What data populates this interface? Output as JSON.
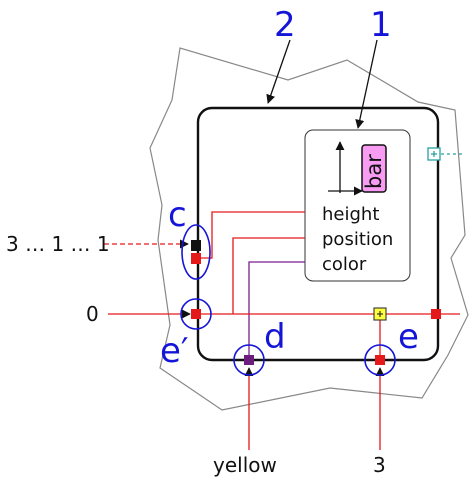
{
  "labels": {
    "top_right": "1",
    "top_left": "2",
    "c": "c",
    "e_prime": "e′",
    "d": "d",
    "e": "e"
  },
  "inputs": {
    "sequence": "3 … 1 … 1",
    "zero": "0",
    "yellow": "yellow",
    "three": "3"
  },
  "inner_box": {
    "bar_label": "bar",
    "properties": [
      "height",
      "position",
      "color"
    ]
  },
  "colors": {
    "wire_red": "#e41a1a",
    "wire_purple": "#7a1f8f",
    "label_blue": "#1515d8",
    "bar_fill": "#f79cf2",
    "port_yellow": "#ffff3a",
    "port_teal": "#2aa0a0",
    "port_purple": "#6b1c7d"
  }
}
